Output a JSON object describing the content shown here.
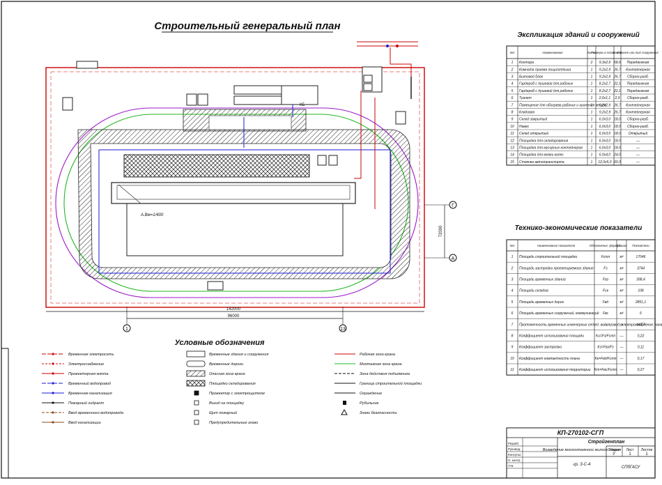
{
  "title": "Строительный генеральный план",
  "explication": {
    "title": "Экспликация зданий и сооружений",
    "headers": [
      "№п",
      "Наименование",
      "Кол-во",
      "Размеры в плане, м",
      "Кол. м",
      "Проект или тип сооружения"
    ],
    "rows": [
      [
        "1",
        "Контора",
        "2",
        "9,3х2,9",
        "68,6",
        "Передвижная"
      ],
      [
        "2",
        "Комната приема пищи/отдыха",
        "1",
        "9,2х2,9",
        "26,7",
        "Контейнерная"
      ],
      [
        "3",
        "Бытовой блок",
        "1",
        "9,2х2,9",
        "26,7",
        "Сборно-разб."
      ],
      [
        "4",
        "Гардероб с душевой для рабочих",
        "1",
        "8,2х2,7",
        "22,1",
        "Передвижная"
      ],
      [
        "5",
        "Гардероб с душевой для рабочих",
        "1",
        "8,2х2,7",
        "22,1",
        "Передвижная"
      ],
      [
        "6",
        "Туалет",
        "1",
        "2,6х1,1",
        "2,9",
        "Сборно-разб."
      ],
      [
        "7",
        "Помещение для обогрева рабочих и хранения вещей",
        "2",
        "9,2х2,9",
        "26,7",
        "Контейнерная"
      ],
      [
        "8",
        "Кладовая",
        "1",
        "9,2х2,9",
        "26,7",
        "Контейнерная"
      ],
      [
        "9",
        "Склад закрытый",
        "1",
        "6,0х3,0",
        "18,0",
        "Сборно-разб."
      ],
      [
        "10",
        "Навес",
        "1",
        "6,0х3,0",
        "18,0",
        "Сборно-разб."
      ],
      [
        "11",
        "Склад открытый",
        "1",
        "6,0х3,0",
        "18,0",
        "Открытый"
      ],
      [
        "12",
        "Площадка для складирования",
        "1",
        "6,0х3,0",
        "18,0",
        "—"
      ],
      [
        "13",
        "Площадка для мусорных контейнеров",
        "1",
        "6,0х3,0",
        "18,0",
        "—"
      ],
      [
        "14",
        "Площадка для мойки колес",
        "1",
        "6,0х4,0",
        "24,0",
        "—"
      ],
      [
        "15",
        "Стоянка автотранспорта",
        "1",
        "12,0х5,0",
        "60,0",
        "—"
      ]
    ]
  },
  "tep": {
    "title": "Технико-экономические показатели",
    "headers": [
      "№п",
      "Наименование показателя",
      "Обозначение, формула",
      "Ед. изм",
      "Показатели"
    ],
    "rows": [
      [
        "1",
        "Площадь строительной площадки",
        "Fстп",
        "м²",
        "17046"
      ],
      [
        "2",
        "Площадь застройки проектируемого здания",
        "Fз",
        "м²",
        "3744"
      ],
      [
        "3",
        "Площадь временных зданий",
        "Fвз",
        "м²",
        "398,4"
      ],
      [
        "4",
        "Площадь складов",
        "Fск",
        "м²",
        "108"
      ],
      [
        "5",
        "Площадь временных дорог",
        "Fвд",
        "м²",
        "2851,1"
      ],
      [
        "6",
        "Площадь временных сооружений, коммуникаций",
        "Fвс",
        "м²",
        "6"
      ],
      [
        "7",
        "Протяженность временных инженерных сетей: водопровод; электроснабжение; канализация",
        "—",
        "м",
        "443,7"
      ],
      [
        "8",
        "Коэффициент использования площади",
        "Kи=Fз/Fстп",
        "—",
        "0,22"
      ],
      [
        "9",
        "Коэффициент застройки",
        "Kз=Fвз/Fз",
        "—",
        "0,11"
      ],
      [
        "10",
        "Коэффициент компактности плана",
        "Kк=Fвд/Fстп",
        "—",
        "0,17"
      ],
      [
        "11",
        "Коэффициент использования территории",
        "Kт=Fвс/Fстп",
        "—",
        "0,27"
      ]
    ]
  },
  "legend": {
    "title": "Условные обозначения",
    "col1": [
      "Временная электросеть",
      "Электроснабжение",
      "Прожекторная мачта",
      "Временный водопровод",
      "Временная канализация",
      "Пожарный гидрант",
      "Ввод временного водопровода",
      "Ввод канализации"
    ],
    "col2": [
      "Временные здания и сооружения",
      "Временные дороги",
      "Опасная зона крана",
      "Площадки складирования",
      "Прожектор с электрощитком",
      "Въезд на площадку",
      "Щит пожарный",
      "Предупредительные знаки"
    ],
    "col3": [
      "Рабочая зона крана",
      "Монтажная зона крана",
      "Зона действия подъемника",
      "Граница строительной площадки",
      "Ограждение",
      "Рубильник",
      "Знаки безопасности"
    ]
  },
  "plan": {
    "dim_horizontal": "142000",
    "dim_horizontal_inner": "96000",
    "dim_vertical": "72000",
    "axis_left": "1",
    "axis_right": "13",
    "axis_top": "Г",
    "axis_bottom": "А",
    "note": "А.Вм=1/400",
    "crane": "КБ"
  },
  "stamp": {
    "code": "КП-270102-СГП",
    "sheet_title": "Стройгенплан",
    "description": "Возведение многоэтажного жилого здания",
    "stage": "У",
    "sheet": "1",
    "sheets": "1",
    "org": "СПбГАСУ",
    "group": "гр. 3-С-4",
    "roles": [
      "Разраб.",
      "Руковод.",
      "Консульт.",
      "Н. контр.",
      "Утв."
    ],
    "labels": [
      "Стадия",
      "Лист",
      "Листов"
    ]
  },
  "colors": {
    "fence": "#cc0000",
    "water": "#1a1ad6",
    "power": "#cc0000",
    "work_zone": "#9b18c8",
    "mount_zone": "#22b822",
    "hatch": "#222222"
  }
}
